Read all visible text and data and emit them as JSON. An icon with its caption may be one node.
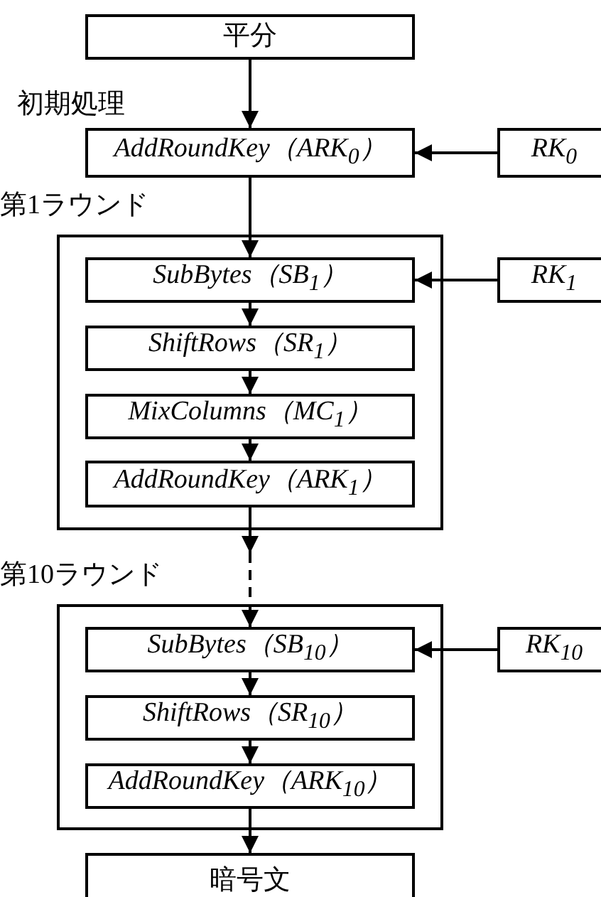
{
  "diagram": {
    "nodes": [
      {
        "text": [
          "平分"
        ]
      },
      {
        "text": [
          "AddRoundKey（ARK$_{0}$）"
        ]
      },
      {
        "text": [
          "RK$_{0}$"
        ]
      },
      {
        "text": [
          "第1ラウンド"
        ]
      },
      {
        "text": [
          "SubBytes（SB$_{1}$）"
        ],
        "in": 3
      },
      {
        "text": [
          "RK$_{1}$"
        ]
      },
      {
        "text": [
          "ShiftRows（SR$_{1}$）"
        ],
        "in": 3
      },
      {
        "text": [
          "MixColumns（MC$_{1}$）"
        ],
        "in": 3
      },
      {
        "text": [
          "AddRoundKey（ARK$_{1}$）"
        ],
        "in": 3
      },
      {
        "text": [
          "第10ラウンド"
        ]
      },
      {
        "text": [
          "SubBytes（SB$_{10}$）"
        ],
        "in": 9
      },
      {
        "text": [
          "RK$_{10}$"
        ]
      },
      {
        "text": [
          "ShiftRows（SR$_{10}$）"
        ],
        "in": 9
      },
      {
        "text": [
          "AddRoundKey（ARK$_{10}$）"
        ],
        "in": 9
      },
      {
        "text": [
          "暗号文"
        ]
      }
    ],
    "edges": [
      {
        "from": 0,
        "to": 1,
        "arrow": "to"
      },
      {
        "from": 2,
        "to": 1,
        "arrow": "to"
      },
      {
        "from": 1,
        "to": 4,
        "arrow": "to"
      },
      {
        "from": 5,
        "to": 4,
        "arrow": "to"
      },
      {
        "from": 4,
        "to": 6,
        "arrow": "to"
      },
      {
        "from": 6,
        "to": 7,
        "arrow": "to"
      },
      {
        "from": 7,
        "to": 8,
        "arrow": "to"
      },
      {
        "from": 8,
        "to": 10,
        "arrow": "to",
        "style": "dashed"
      },
      {
        "from": 11,
        "to": 10,
        "arrow": "to"
      },
      {
        "from": 10,
        "to": 12,
        "arrow": "to"
      },
      {
        "from": 12,
        "to": 13,
        "arrow": "to"
      },
      {
        "from": 13,
        "to": 14,
        "arrow": "to"
      }
    ],
    "labels": [
      "初期処理"
    ]
  }
}
